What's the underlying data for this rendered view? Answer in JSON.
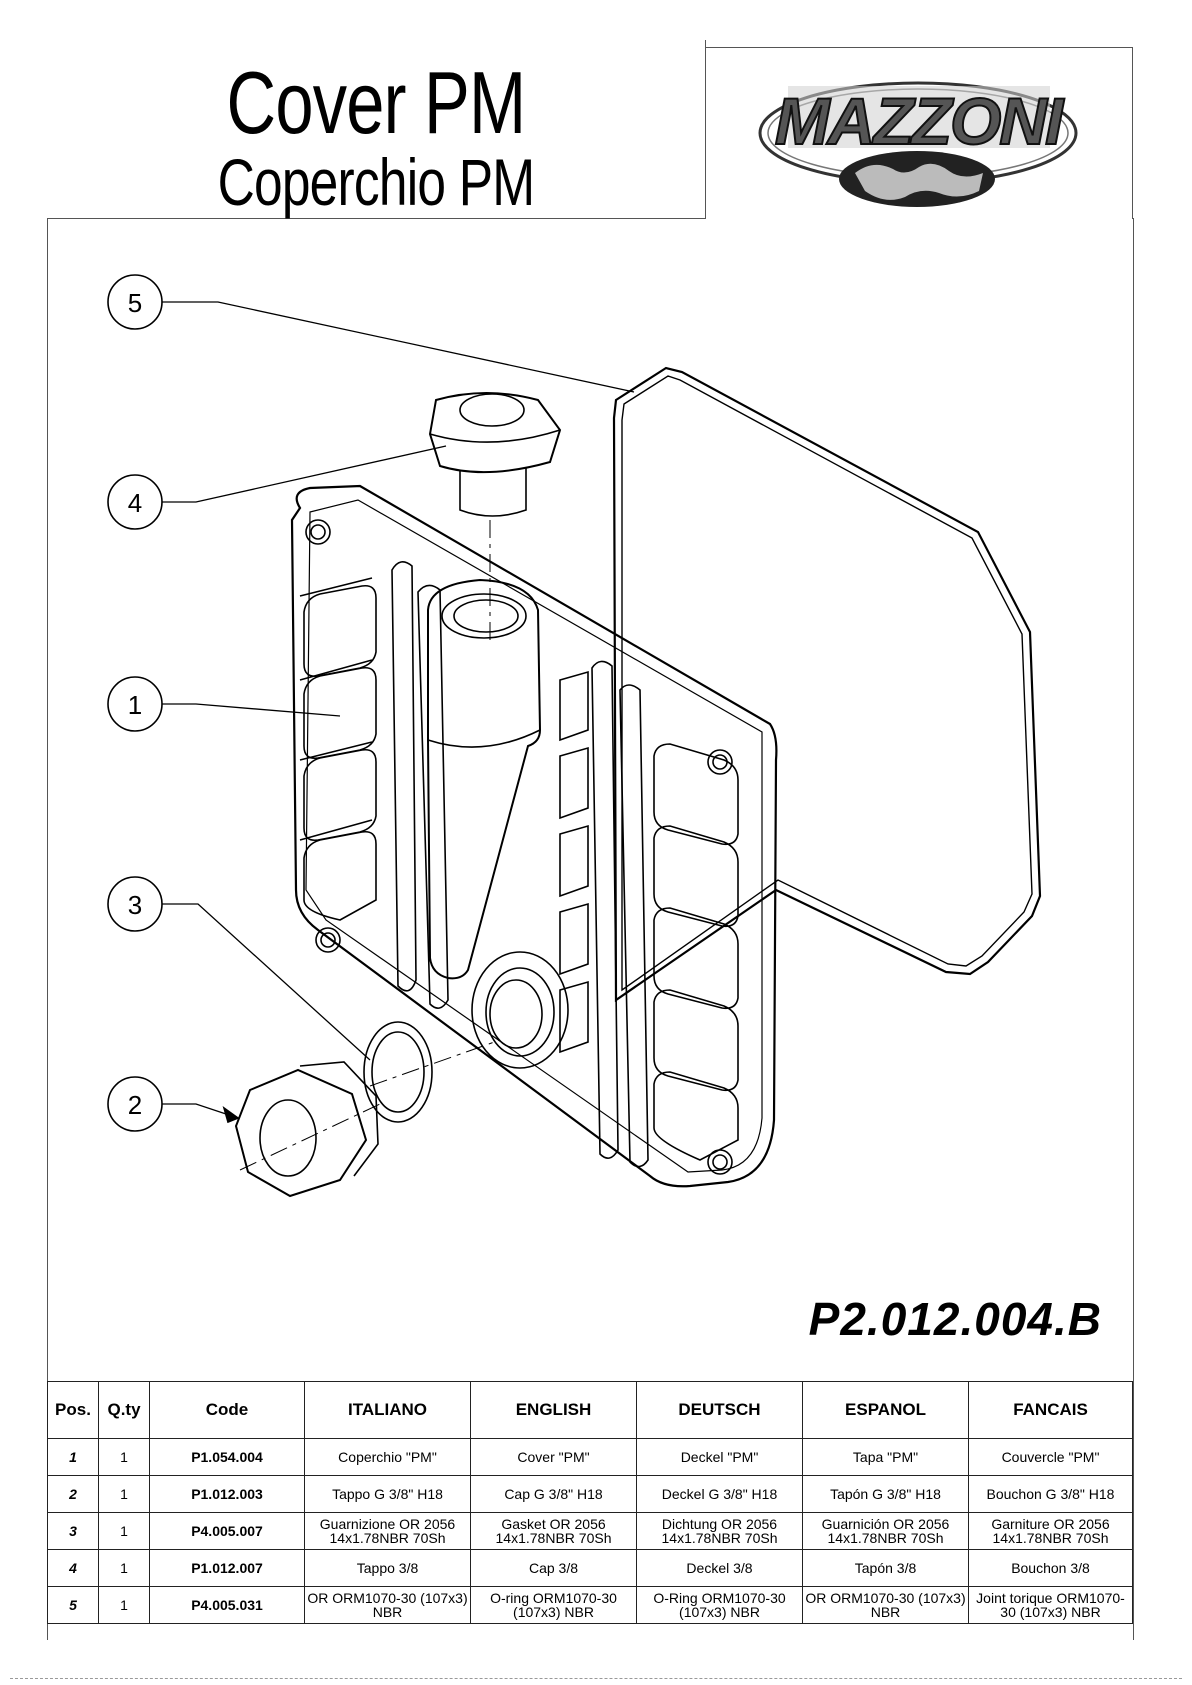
{
  "title_en": "Cover PM",
  "title_it": "Coperchio PM",
  "logo": {
    "text": "MAZZONI",
    "icon": "globe-logo-icon"
  },
  "drawing_code": "P2.012.004.B",
  "callouts": [
    "5",
    "4",
    "1",
    "3",
    "2"
  ],
  "table": {
    "headers": [
      "Pos.",
      "Q.ty",
      "Code",
      "ITALIANO",
      "ENGLISH",
      "DEUTSCH",
      "ESPANOL",
      "FANCAIS"
    ],
    "rows": [
      {
        "pos": "1",
        "qty": "1",
        "code": "P1.054.004",
        "it": "Coperchio \"PM\"",
        "en": "Cover \"PM\"",
        "de": "Deckel \"PM\"",
        "es": "Tapa \"PM\"",
        "fr": "Couvercle \"PM\""
      },
      {
        "pos": "2",
        "qty": "1",
        "code": "P1.012.003",
        "it": "Tappo G 3/8\" H18",
        "en": "Cap G 3/8\" H18",
        "de": "Deckel G 3/8\" H18",
        "es": "Tapón G 3/8\" H18",
        "fr": "Bouchon G 3/8\" H18"
      },
      {
        "pos": "3",
        "qty": "1",
        "code": "P4.005.007",
        "it": "Guarnizione OR 2056 14x1.78NBR 70Sh",
        "en": "Gasket OR 2056 14x1.78NBR 70Sh",
        "de": "Dichtung OR 2056 14x1.78NBR 70Sh",
        "es": "Guarnición OR 2056 14x1.78NBR 70Sh",
        "fr": "Garniture OR 2056 14x1.78NBR 70Sh"
      },
      {
        "pos": "4",
        "qty": "1",
        "code": "P1.012.007",
        "it": "Tappo 3/8",
        "en": "Cap 3/8",
        "de": "Deckel 3/8",
        "es": "Tapón 3/8",
        "fr": "Bouchon 3/8"
      },
      {
        "pos": "5",
        "qty": "1",
        "code": "P4.005.031",
        "it": "OR ORM1070-30 (107x3) NBR",
        "en": "O-ring ORM1070-30 (107x3) NBR",
        "de": "O-Ring ORM1070-30 (107x3) NBR",
        "es": "OR ORM1070-30 (107x3) NBR",
        "fr": "Joint torique ORM1070-30 (107x3) NBR"
      }
    ]
  }
}
